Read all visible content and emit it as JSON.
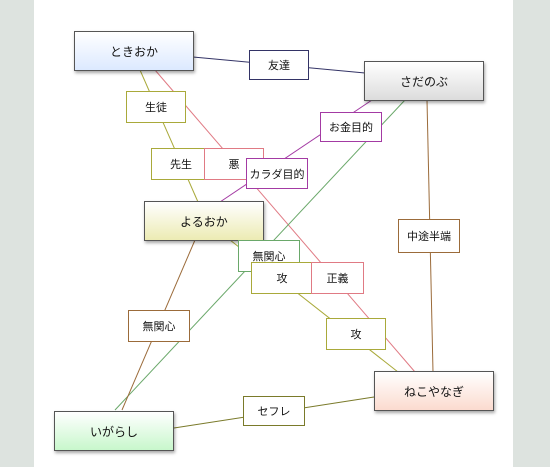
{
  "nodes": {
    "tokioka": "ときおか",
    "sadanobu": "さだのぶ",
    "yoruoka": "よるおか",
    "nekoyanagi": "ねこやなぎ",
    "igarashi": "いがらし"
  },
  "edge_labels": {
    "yuujin": "友達",
    "seito": "生徒",
    "sensei": "先生",
    "aku": "悪",
    "okane_mokuteki": "お金目的",
    "karada_mokuteki": "カラダ目的",
    "chuuto_hanpa": "中途半端",
    "mukanshin_1": "無関心",
    "kou_1": "攻",
    "seigi": "正義",
    "mukanshin_2": "無関心",
    "kou_2": "攻",
    "sefure": "セフレ"
  },
  "colors": {
    "background": "#dde3df",
    "navy": "#333366",
    "olive": "#a9a93a",
    "pink": "#e07a84",
    "purple": "#a33aa3",
    "brown": "#9b6b3a",
    "green": "#6aa86a"
  }
}
